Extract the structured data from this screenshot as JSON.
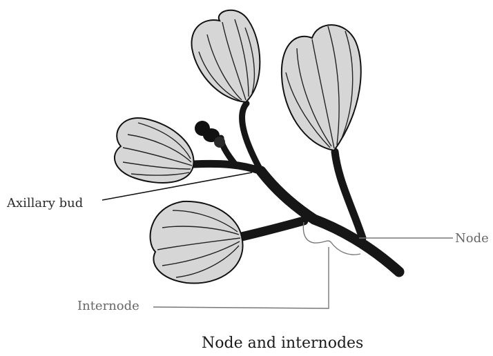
{
  "labels": {
    "axillary_bud": "Axillary bud",
    "node": "Node",
    "internode": "Internode"
  },
  "caption": "Node and internodes",
  "colors": {
    "leaf_fill": "#d6d6d6",
    "stem": "#161616",
    "label_grey": "#666666"
  }
}
